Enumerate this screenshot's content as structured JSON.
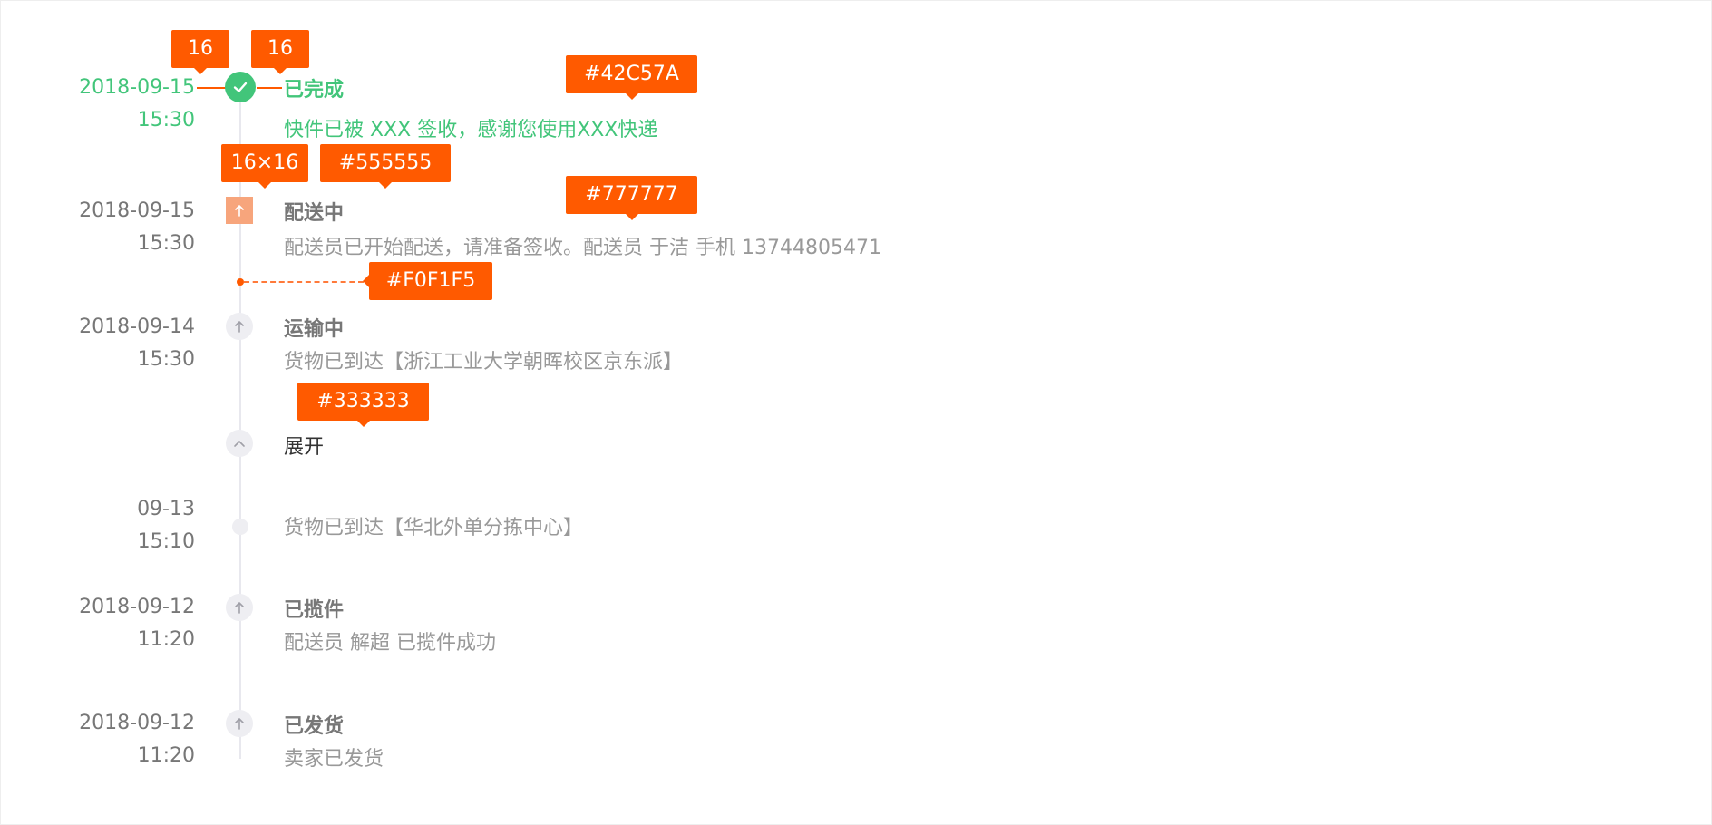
{
  "timeline": [
    {
      "date": "2018-09-15",
      "time": "15:30",
      "title": "已完成",
      "desc": "快件已被 XXX 签收，感谢您使用XXX快递",
      "status": "done"
    },
    {
      "date": "2018-09-15",
      "time": "15:30",
      "title": "配送中",
      "desc": "配送员已开始配送，请准备签收。配送员   于洁    手机   13744805471",
      "status": "active"
    },
    {
      "date": "2018-09-14",
      "time": "15:30",
      "title": "运输中",
      "desc": "货物已到达【浙江工业大学朝晖校区京东派】",
      "status": "normal"
    },
    {
      "title": "展开",
      "status": "expand"
    },
    {
      "date": "09-13",
      "time": "15:10",
      "desc": "货物已到达【华北外单分拣中心】",
      "status": "dot"
    },
    {
      "date": "2018-09-12",
      "time": "11:20",
      "title": "已揽件",
      "desc": "配送员 解超 已揽件成功",
      "status": "normal"
    },
    {
      "date": "2018-09-12",
      "time": "11:20",
      "title": "已发货",
      "desc": "卖家已发货",
      "status": "normal"
    }
  ],
  "annotations": {
    "gap_left": "16",
    "gap_right": "16",
    "color_done": "#42C57A",
    "icon_size": "16×16",
    "color_title": "#555555",
    "color_desc": "#777777",
    "color_rail": "#F0F1F5",
    "color_expand": "#333333"
  },
  "colors": {
    "done": "#42C57A",
    "annotation": "#FF5A00",
    "rail": "#F0F1F5"
  }
}
